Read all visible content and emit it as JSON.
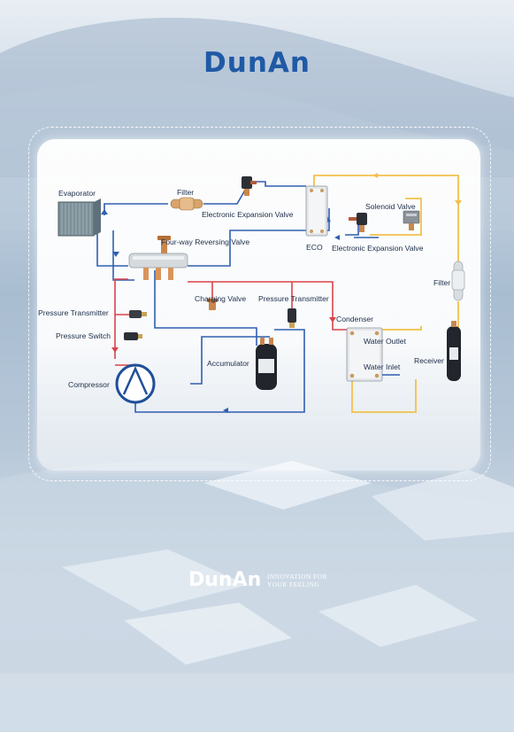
{
  "brand": {
    "logo_top": "DunAn",
    "logo_bottom": "DunAn",
    "slogan_line1": "INNOVATION FOR",
    "slogan_line2": "YOUR FEELING"
  },
  "diagram": {
    "labels": {
      "evaporator": "Evaporator",
      "filter_top": "Filter",
      "eev_top": "Electronic Expansion Valve",
      "solenoid_valve": "Solenoid Valve",
      "four_way": "Four-way Reversing Valve",
      "eco": "ECO",
      "eev_right": "Electronic Expansion Valve",
      "filter_right": "Filter",
      "pressure_transmitter_left": "Pressure Transmitter",
      "pressure_switch": "Pressure Switch",
      "charging_valve": "Charging Valve",
      "pressure_transmitter_mid": "Pressure Transmitter",
      "condenser": "Condenser",
      "water_outlet": "Water Outlet",
      "water_inlet": "Water Inlet",
      "receiver": "Receiver",
      "accumulator": "Accumulator",
      "compressor": "Compressor"
    },
    "colors": {
      "hot_line": "#d9434a",
      "cold_line": "#2f5fb0",
      "liquid_line": "#f2c14a",
      "brand_blue": "#1f5aa6"
    }
  }
}
